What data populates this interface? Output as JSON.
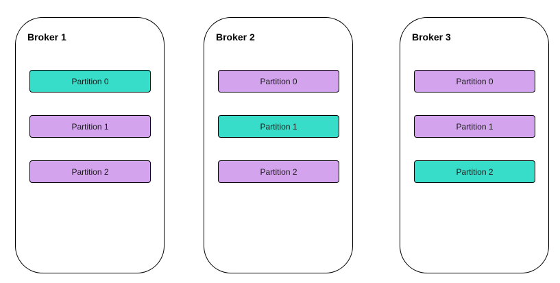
{
  "colors": {
    "leader": "#38ddc9",
    "follower": "#d4a3ee",
    "border": "#000000"
  },
  "brokers": [
    {
      "title": "Broker 1",
      "partitions": [
        {
          "label": "Partition 0",
          "role": "leader"
        },
        {
          "label": "Partition 1",
          "role": "follower"
        },
        {
          "label": "Partition 2",
          "role": "follower"
        }
      ]
    },
    {
      "title": "Broker 2",
      "partitions": [
        {
          "label": "Partition 0",
          "role": "follower"
        },
        {
          "label": "Partition 1",
          "role": "leader"
        },
        {
          "label": "Partition 2",
          "role": "follower"
        }
      ]
    },
    {
      "title": "Broker 3",
      "partitions": [
        {
          "label": "Partition 0",
          "role": "follower"
        },
        {
          "label": "Partition 1",
          "role": "follower"
        },
        {
          "label": "Partition 2",
          "role": "leader"
        }
      ]
    }
  ]
}
